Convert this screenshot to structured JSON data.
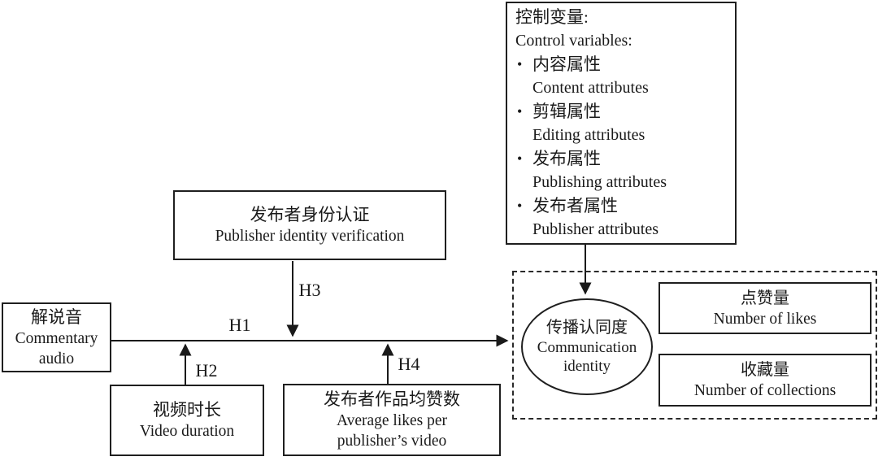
{
  "figure": {
    "background": "#ffffff",
    "ink": "#1a1a1a"
  },
  "hypotheses": {
    "h1": "H1",
    "h2": "H2",
    "h3": "H3",
    "h4": "H4"
  },
  "nodes": {
    "commentary_audio": {
      "zh": "解说音",
      "en1": "Commentary",
      "en2": "audio"
    },
    "video_duration": {
      "zh": "视频时长",
      "en": "Video duration"
    },
    "publisher_identity_verification": {
      "zh": "发布者身份认证",
      "en": "Publisher identity verification"
    },
    "average_likes": {
      "zh": "发布者作品均赞数",
      "en1": "Average likes per",
      "en2": "publisher’s video"
    },
    "communication_identity": {
      "zh": "传播认同度",
      "en1": "Communication",
      "en2": "identity"
    },
    "number_of_likes": {
      "zh": "点赞量",
      "en": "Number of likes"
    },
    "number_of_collections": {
      "zh": "收藏量",
      "en": "Number of collections"
    }
  },
  "control_variables": {
    "title_zh": "控制变量:",
    "title_en": "Control variables:",
    "bullet": "•",
    "items": [
      {
        "zh": "内容属性",
        "en": "Content attributes"
      },
      {
        "zh": "剪辑属性",
        "en": "Editing attributes"
      },
      {
        "zh": "发布属性",
        "en": "Publishing attributes"
      },
      {
        "zh": "发布者属性",
        "en": "Publisher attributes"
      }
    ]
  }
}
